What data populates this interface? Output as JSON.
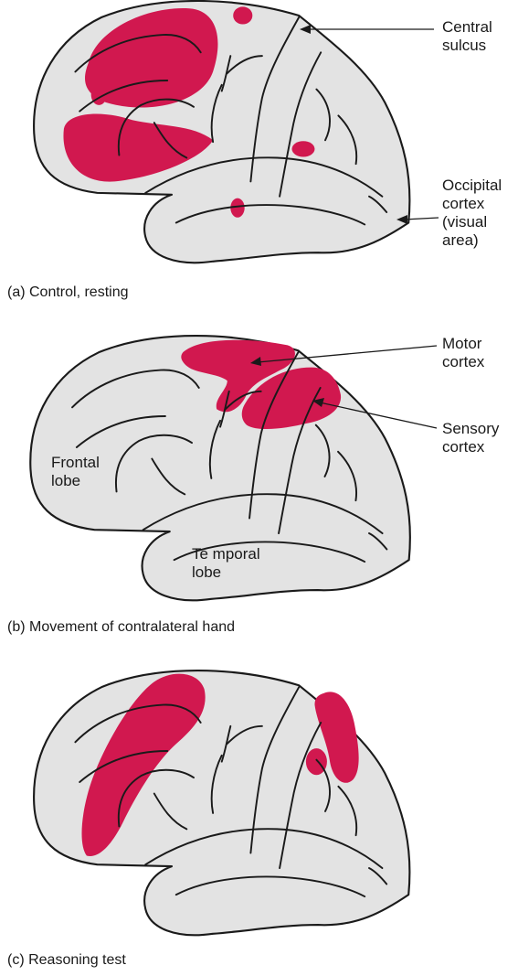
{
  "colors": {
    "activity": "#d1184f",
    "brain_fill": "#e3e3e3",
    "outline": "#1a1a1a"
  },
  "panels": [
    {
      "caption": "(a) Control, resting",
      "labels": {
        "central_sulcus": "Central\nsulcus",
        "occipital_cortex": "Occipital\ncortex\n(visual\narea)"
      }
    },
    {
      "caption": "(b) Movement of contralateral hand",
      "labels": {
        "motor_cortex": "Motor\ncortex",
        "sensory_cortex": "Sensory\ncortex",
        "frontal_lobe": "Frontal\nlobe",
        "temporal_lobe": "Te mporal\nlobe"
      }
    },
    {
      "caption": "(c) Reasoning test",
      "labels": {}
    }
  ]
}
